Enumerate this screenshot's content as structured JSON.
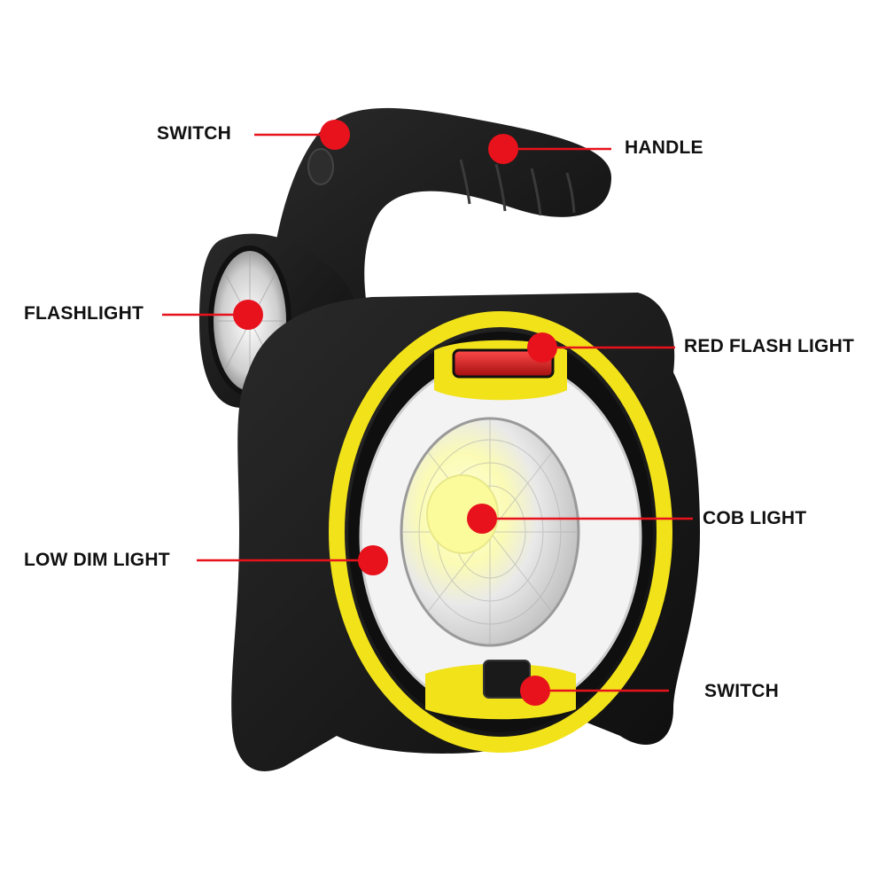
{
  "colors": {
    "marker": "#e8121c",
    "body": "#1b1b1b",
    "accent": "#f2e21a",
    "text": "#111111"
  },
  "callouts": [
    {
      "id": "switch-top",
      "label": "SWITCH"
    },
    {
      "id": "handle",
      "label": "HANDLE"
    },
    {
      "id": "flashlight",
      "label": "FLASHLIGHT"
    },
    {
      "id": "red-flash-light",
      "label": "RED FLASH LIGHT"
    },
    {
      "id": "cob-light",
      "label": "COB LIGHT"
    },
    {
      "id": "low-dim-light",
      "label": "LOW DIM LIGHT"
    },
    {
      "id": "switch-bottom",
      "label": "SWITCH"
    }
  ]
}
